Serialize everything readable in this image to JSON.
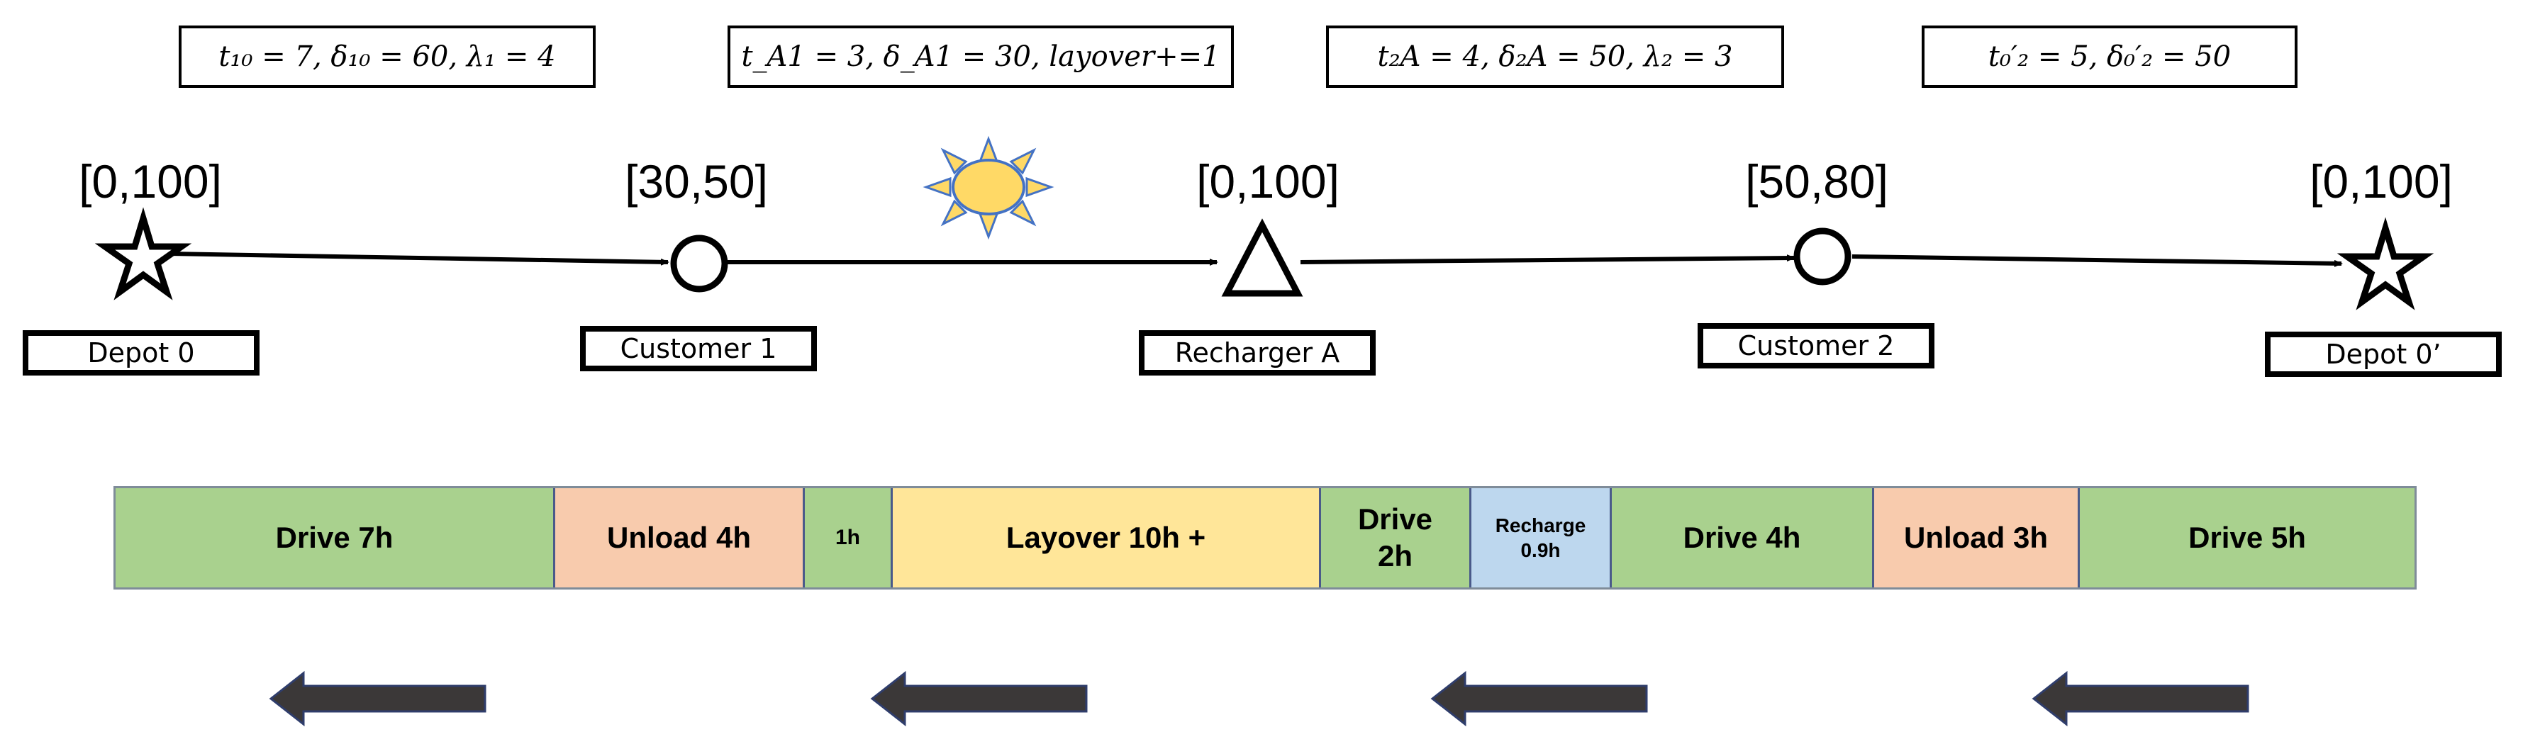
{
  "params": [
    {
      "text": "t₁₀ = 7, δ₁₀ = 60, λ₁ = 4"
    },
    {
      "text": "t_A1 = 3, δ_A1 = 30, layover+=1"
    },
    {
      "text": "t₂A = 4, δ₂A = 50, λ₂ = 3"
    },
    {
      "text": "t₀′₂ = 5, δ₀′₂ = 50"
    }
  ],
  "time_windows": [
    "[0,100]",
    "[30,50]",
    "[0,100]",
    "[50,80]",
    "[0,100]"
  ],
  "nodes": [
    {
      "label": "Depot 0",
      "shape": "star-icon"
    },
    {
      "label": "Customer 1",
      "shape": "circle-icon"
    },
    {
      "label": "Recharger A",
      "shape": "triangle-icon"
    },
    {
      "label": "Customer 2",
      "shape": "circle-icon"
    },
    {
      "label": "Depot 0’",
      "shape": "star-icon"
    }
  ],
  "schedule": [
    {
      "label": "Drive 7h",
      "hours": 7,
      "kind": "drive"
    },
    {
      "label": "Unload 4h",
      "hours": 4,
      "kind": "unload"
    },
    {
      "label": "1h",
      "hours": 1,
      "kind": "drive"
    },
    {
      "label": "Layover 10h +",
      "hours": 10,
      "kind": "layover"
    },
    {
      "label": "Drive 2h",
      "hours": 2,
      "kind": "drive"
    },
    {
      "label": "Recharge 0.9h",
      "hours": 0.9,
      "kind": "recharge"
    },
    {
      "label": "Drive 4h",
      "hours": 4,
      "kind": "drive"
    },
    {
      "label": "Unload 3h",
      "hours": 3,
      "kind": "unload"
    },
    {
      "label": "Drive 5h",
      "hours": 5,
      "kind": "drive"
    }
  ],
  "colors": {
    "drive": "#a9d18e",
    "unload": "#f8cbad",
    "layover": "#ffe699",
    "recharge": "#bdd7ee",
    "sun_fill": "#ffd966",
    "sun_rays": "#4472c4",
    "arrow": "#3b3838"
  },
  "decor": {
    "sun": "sun-icon",
    "arrows": [
      "left-arrow-icon",
      "left-arrow-icon",
      "left-arrow-icon",
      "left-arrow-icon"
    ]
  }
}
